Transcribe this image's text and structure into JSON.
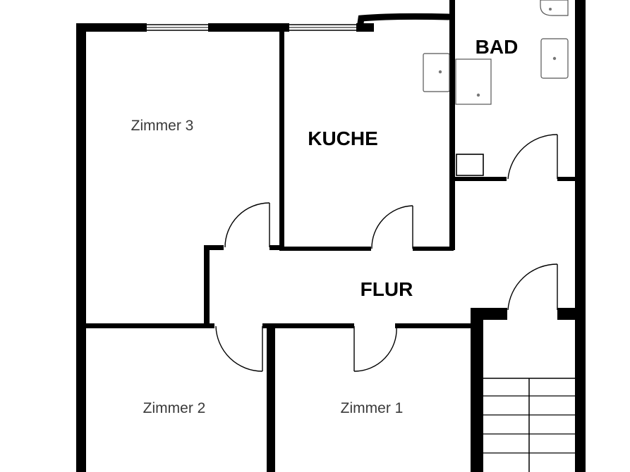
{
  "rooms": {
    "zimmer3": "Zimmer 3",
    "kueche": "KUCHE",
    "bad": "BAD",
    "flur": "FLUR",
    "zimmer2": "Zimmer 2",
    "zimmer1": "Zimmer 1"
  },
  "colors": {
    "wall": "#000000",
    "background": "#ffffff",
    "label": "#3a3a3a"
  }
}
